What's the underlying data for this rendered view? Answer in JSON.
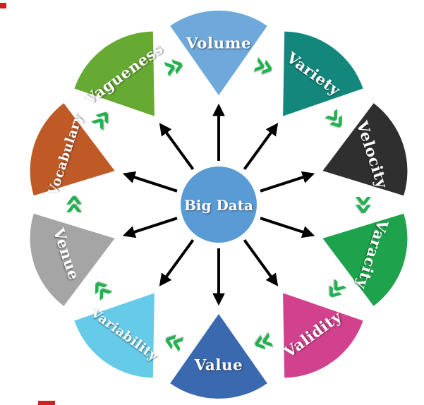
{
  "diagram": {
    "center": {
      "label": "Big Data",
      "color": "#5b9bd5",
      "text_color": "#ffffff"
    },
    "segments": [
      {
        "label": "Volume",
        "color": "#6fa9dc"
      },
      {
        "label": "Variety",
        "color": "#13877c"
      },
      {
        "label": "Velocity",
        "color": "#2f2f2f"
      },
      {
        "label": "Varacity",
        "color": "#1ea24b"
      },
      {
        "label": "Validity",
        "color": "#d2418d"
      },
      {
        "label": "Value",
        "color": "#3b69b0"
      },
      {
        "label": "Variability",
        "color": "#66cbe9"
      },
      {
        "label": "Venue",
        "color": "#a5a5a5"
      },
      {
        "label": "Vocabulary",
        "color": "#bf5a27"
      },
      {
        "label": "Vagueness",
        "color": "#66a933"
      }
    ],
    "label_text_color": "#ffffff",
    "chevron": {
      "glyph": "»",
      "color": "#21b24f"
    },
    "arrow_color": "#000000",
    "background": "#ffffff",
    "artifact_color": "#cc2222"
  }
}
